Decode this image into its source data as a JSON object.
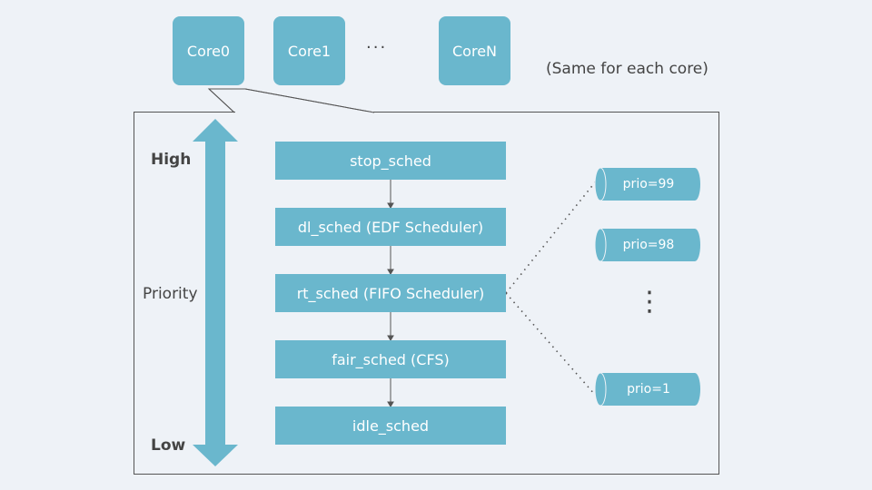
{
  "cores": [
    "Core0",
    "Core1",
    "CoreN"
  ],
  "cores_ellipsis": "···",
  "core_note": "(Same for each core)",
  "priority": {
    "high": "High",
    "label": "Priority",
    "low": "Low"
  },
  "schedulers": [
    "stop_sched",
    "dl_sched (EDF Scheduler)",
    "rt_sched (FIFO Scheduler)",
    "fair_sched (CFS)",
    "idle_sched"
  ],
  "rt_queues": [
    "prio=99",
    "prio=98",
    "prio=1"
  ],
  "queue_ellipsis": "⋮",
  "colors": {
    "box": "#6ab7cd",
    "background": "#eef2f7",
    "text": "#444444"
  }
}
